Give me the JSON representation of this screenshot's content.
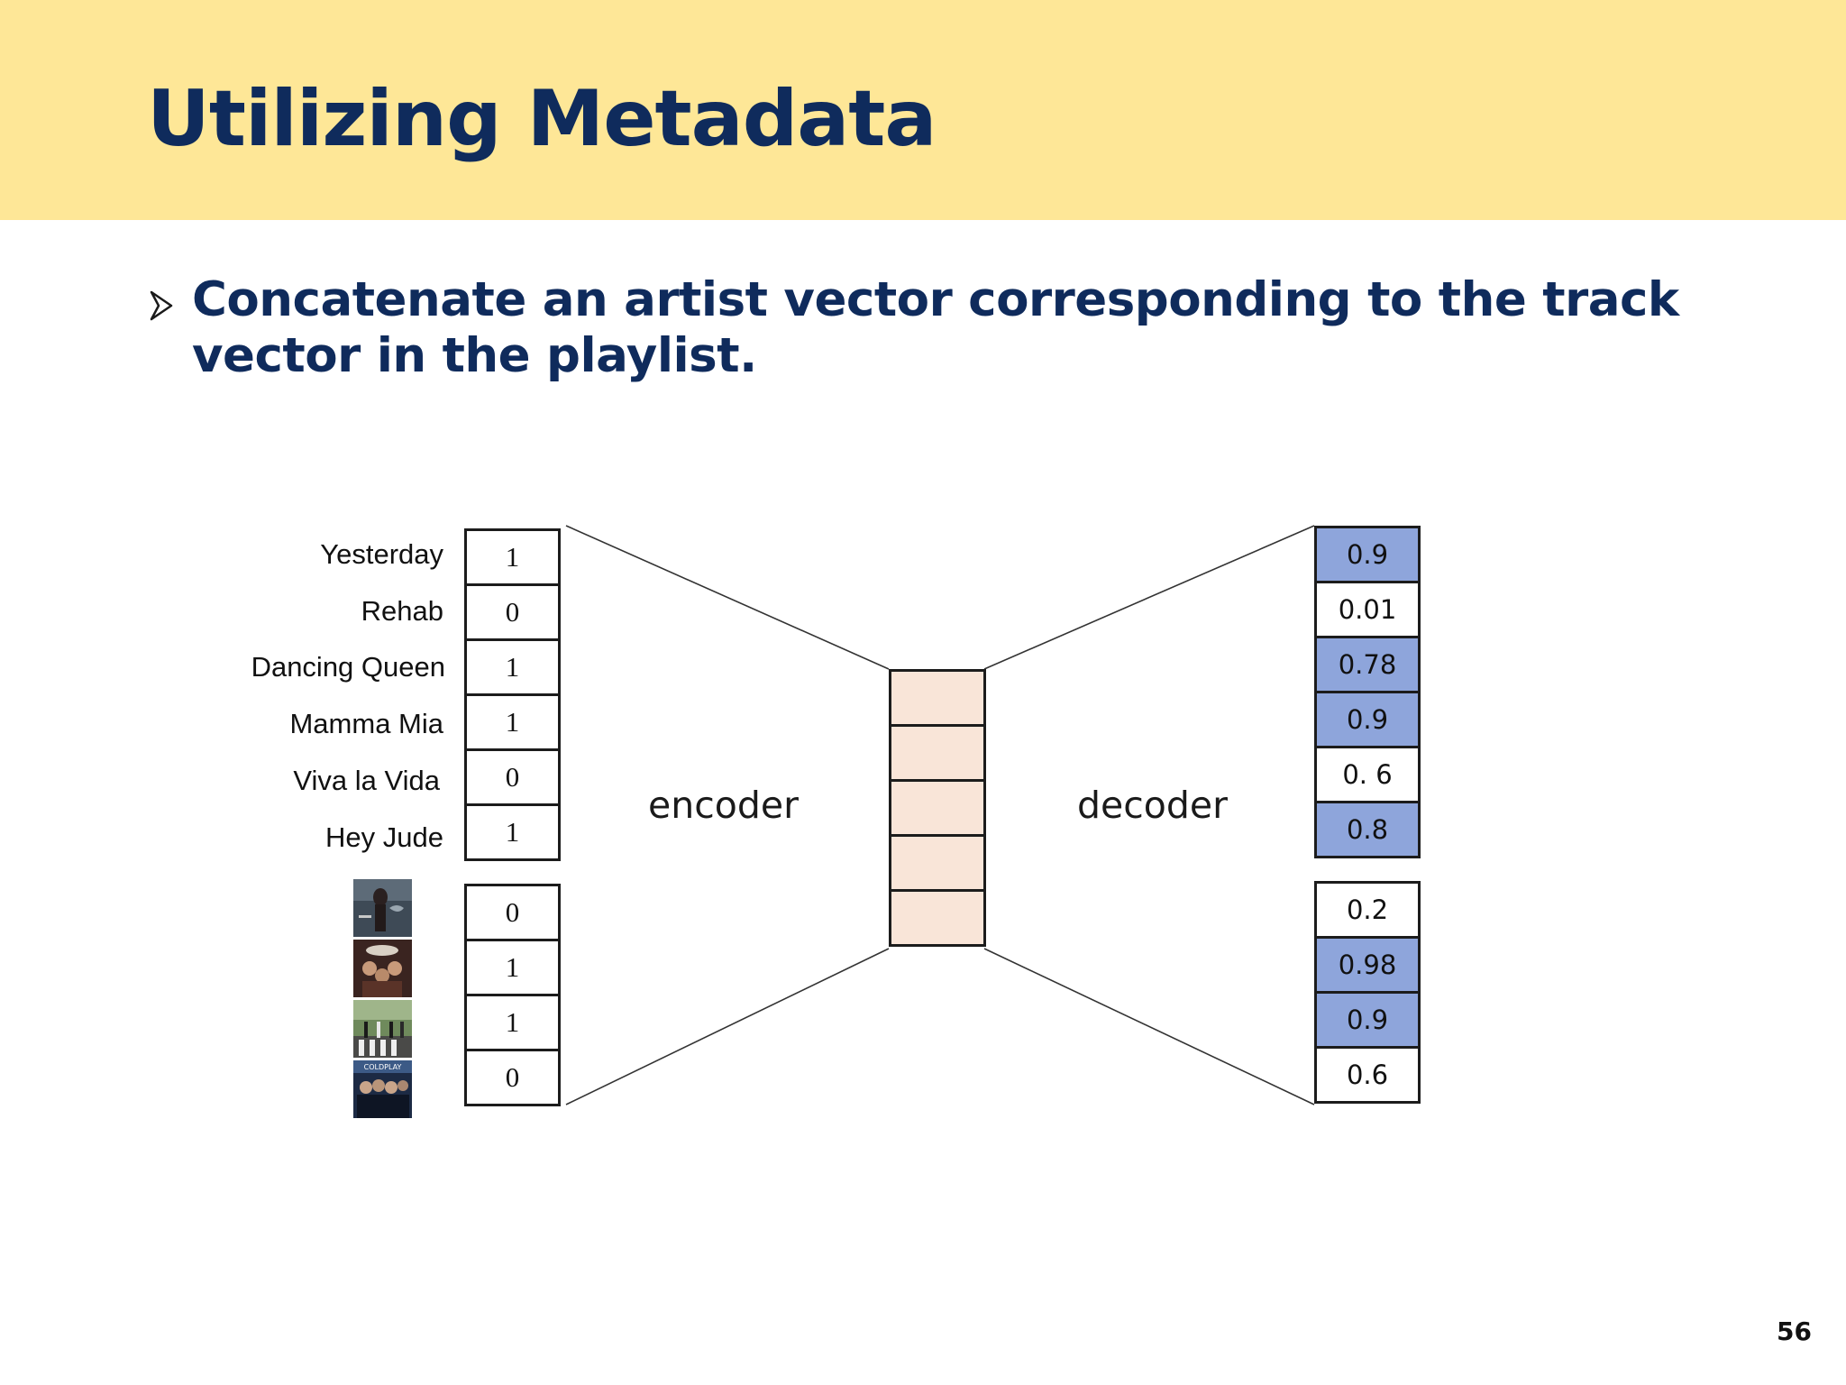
{
  "slide": {
    "title": "Utilizing Metadata",
    "bullet": {
      "line1": "Concatenate an artist vector corresponding to the track",
      "line2": "vector in the playlist."
    },
    "page_number": "56"
  },
  "colors": {
    "header_bg": "#fee797",
    "title": "#0f2b5c",
    "latent_fill": "#f9e5d8",
    "highlight_fill": "#8ea5db"
  },
  "diagram": {
    "tracks": [
      {
        "label": "Yesterday",
        "value": "1"
      },
      {
        "label": "Rehab",
        "value": "0"
      },
      {
        "label": "Dancing Queen",
        "value": "1"
      },
      {
        "label": "Mamma Mia",
        "value": "1"
      },
      {
        "label": "Viva la Vida",
        "value": "0"
      },
      {
        "label": "Hey Jude",
        "value": "1"
      }
    ],
    "artists": [
      {
        "icon": "amy-winehouse-album-icon",
        "value": "0"
      },
      {
        "icon": "abba-album-icon",
        "value": "1"
      },
      {
        "icon": "beatles-abbey-road-album-icon",
        "value": "1"
      },
      {
        "icon": "coldplay-album-icon",
        "value": "0",
        "art_text": "COLDPLAY"
      }
    ],
    "encoder_label": "encoder",
    "decoder_label": "decoder",
    "latent_cells": 5,
    "track_outputs": [
      {
        "value": "0.9",
        "highlight": true
      },
      {
        "value": "0.01",
        "highlight": false
      },
      {
        "value": "0.78",
        "highlight": true
      },
      {
        "value": "0.9",
        "highlight": true
      },
      {
        "value": "0. 6",
        "highlight": false
      },
      {
        "value": "0.8",
        "highlight": true
      }
    ],
    "artist_outputs": [
      {
        "value": "0.2",
        "highlight": false
      },
      {
        "value": "0.98",
        "highlight": true
      },
      {
        "value": "0.9",
        "highlight": true
      },
      {
        "value": "0.6",
        "highlight": false
      }
    ]
  }
}
